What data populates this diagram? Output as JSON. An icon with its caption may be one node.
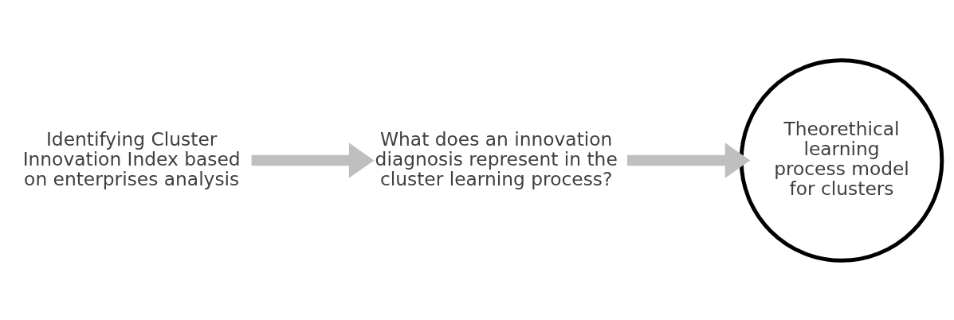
{
  "diagram": {
    "nodes": [
      {
        "text": [
          "Identifying Cluster Innovation Index based on enterprises analysis"
        ]
      },
      {
        "text": [
          "What does an innovation diagnosis represent in the cluster learning process?"
        ]
      },
      {
        "text": [
          "Theorethical learning process model for clusters"
        ]
      }
    ],
    "edges": [
      {
        "from": 0,
        "to": 1,
        "arrow": "to"
      },
      {
        "from": 1,
        "to": 2,
        "arrow": "to"
      }
    ]
  }
}
